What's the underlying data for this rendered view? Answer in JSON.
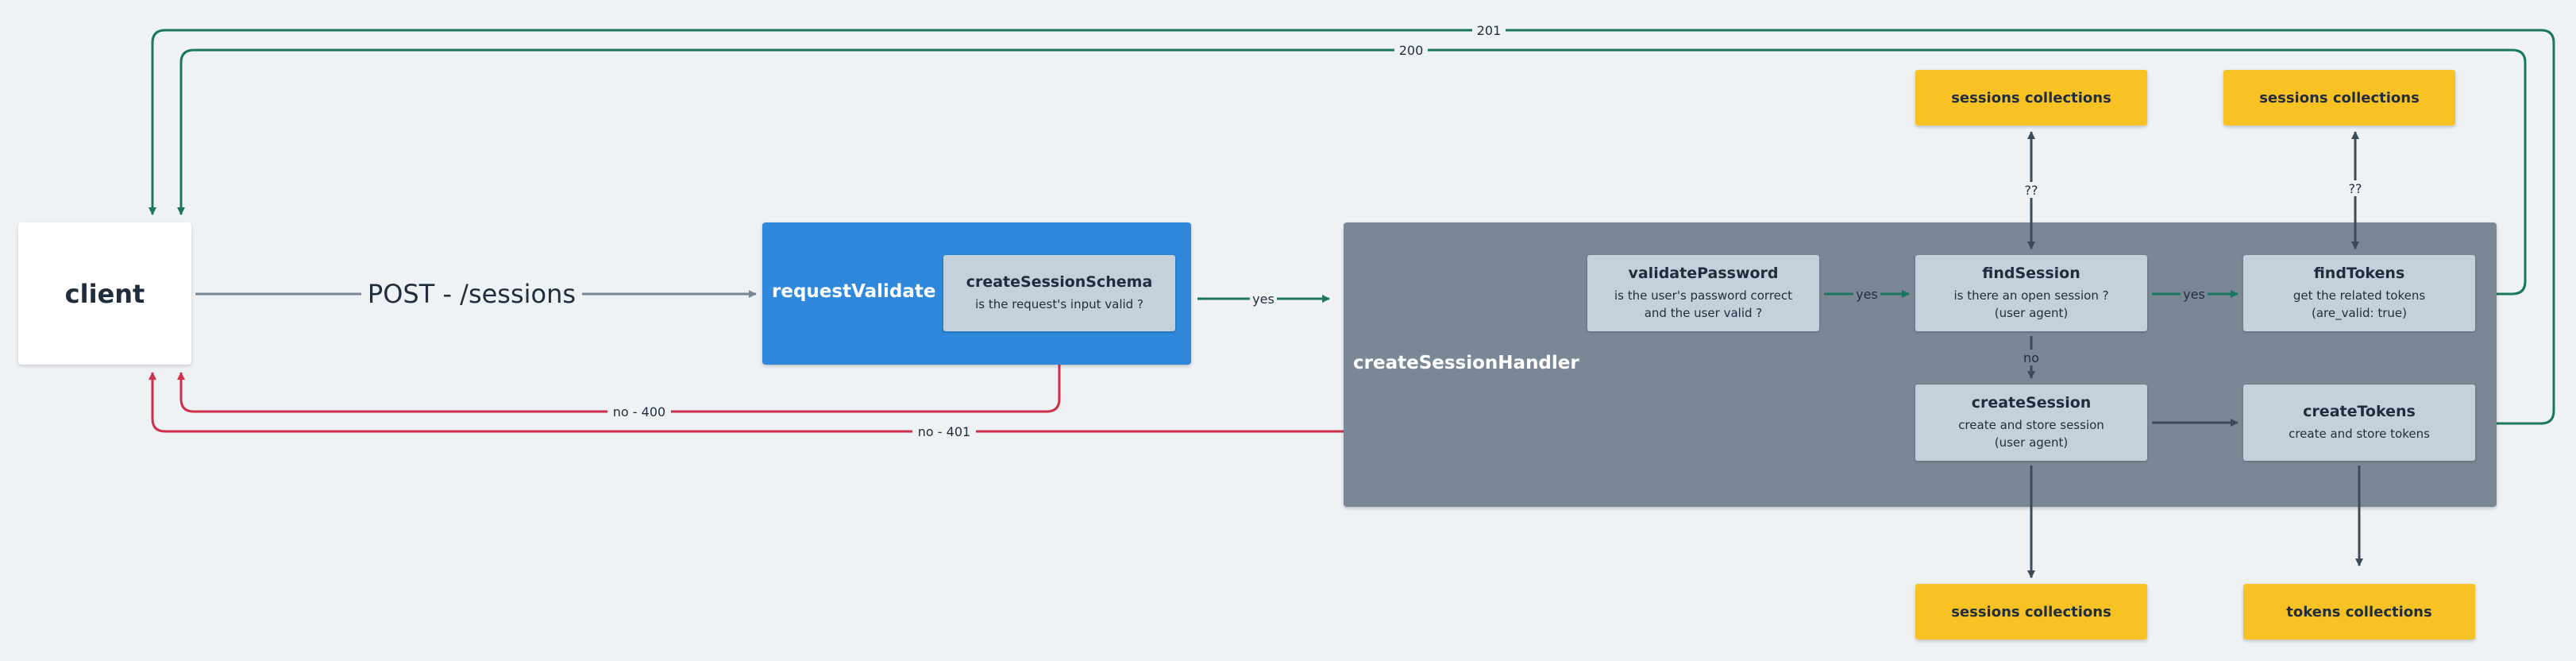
{
  "nodes": {
    "client": "client",
    "request_validate": "requestValidate",
    "create_session_schema": {
      "title": "createSessionSchema",
      "desc": "is the request's input valid ?"
    },
    "create_session_handler": "createSessionHandler",
    "validate_password": {
      "title": "validatePassword",
      "desc_line1": "is the user's password correct",
      "desc_line2": "and the user valid ?"
    },
    "find_session": {
      "title": "findSession",
      "desc_line1": "is there an open session ?",
      "desc_line2": "(user agent)"
    },
    "find_tokens": {
      "title": "findTokens",
      "desc_line1": "get the related tokens",
      "desc_line2": "(are_valid: true)"
    },
    "create_session": {
      "title": "createSession",
      "desc_line1": "create and store session",
      "desc_line2": "(user agent)"
    },
    "create_tokens": {
      "title": "createTokens",
      "desc": "create and store tokens"
    },
    "sessions_collections_top_1": "sessions collections",
    "sessions_collections_top_2": "sessions collections",
    "sessions_collections_bottom": "sessions collections",
    "tokens_collections": "tokens collections"
  },
  "edges": {
    "post_sessions": "POST - /sessions",
    "yes_request": "yes",
    "yes_password": "yes",
    "yes_session": "yes",
    "no_session": "no",
    "q_find_session": "??",
    "q_find_tokens": "??",
    "status_201": "201",
    "status_200": "200",
    "no_400": "no - 400",
    "no_401": "no - 401"
  },
  "colors": {
    "background": "#eff2f5",
    "client": "#ffffff",
    "request_validate": "#2f88dc",
    "create_session_handler": "#7a8896",
    "card": "#c4d0da",
    "collection": "#f8c224",
    "success_edge": "#1a7660",
    "error_edge": "#cf2f4b",
    "neutral_edge": "#3d4a58",
    "request_edge": "#7a8896"
  }
}
